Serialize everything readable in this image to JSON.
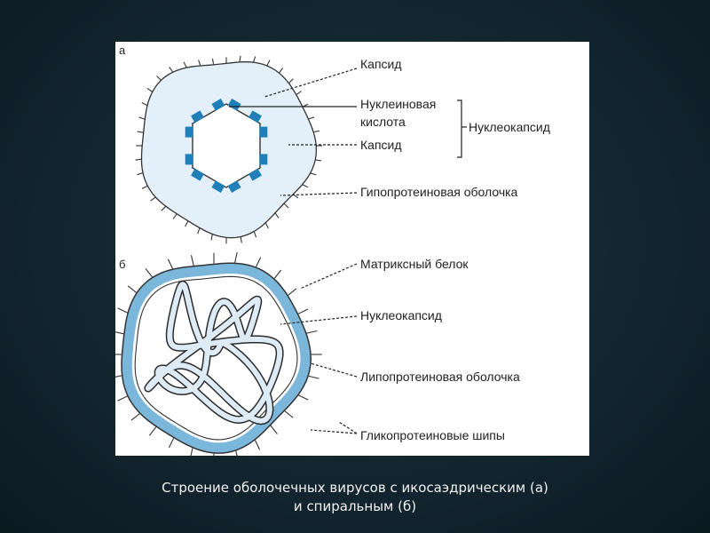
{
  "panel_a": {
    "letter": "а",
    "labels": {
      "capsid_outer": "Капсид",
      "nucleic_1": "Нуклеиновая",
      "nucleic_2": "кислота",
      "capsid_inner": "Капсид",
      "nucleocapsid_group": "Нуклеокапсид",
      "envelope": "Гипопротеиновая оболочка"
    }
  },
  "panel_b": {
    "letter": "б",
    "labels": {
      "matrix": "Матриксный белок",
      "nucleocapsid": "Нуклеокапсид",
      "envelope": "Липопротеиновая оболочка",
      "spikes": "Гликопротеиновые шипы"
    }
  },
  "caption": {
    "line1": "Строение оболочечных вирусов с икосаэдрическим (а)",
    "line2": "и спиральным (б)"
  },
  "colors": {
    "envelope_fill": "#e4f0f9",
    "capsomer": "#1f7fb8",
    "membrane": "#7bb6db",
    "background": "#132630"
  }
}
